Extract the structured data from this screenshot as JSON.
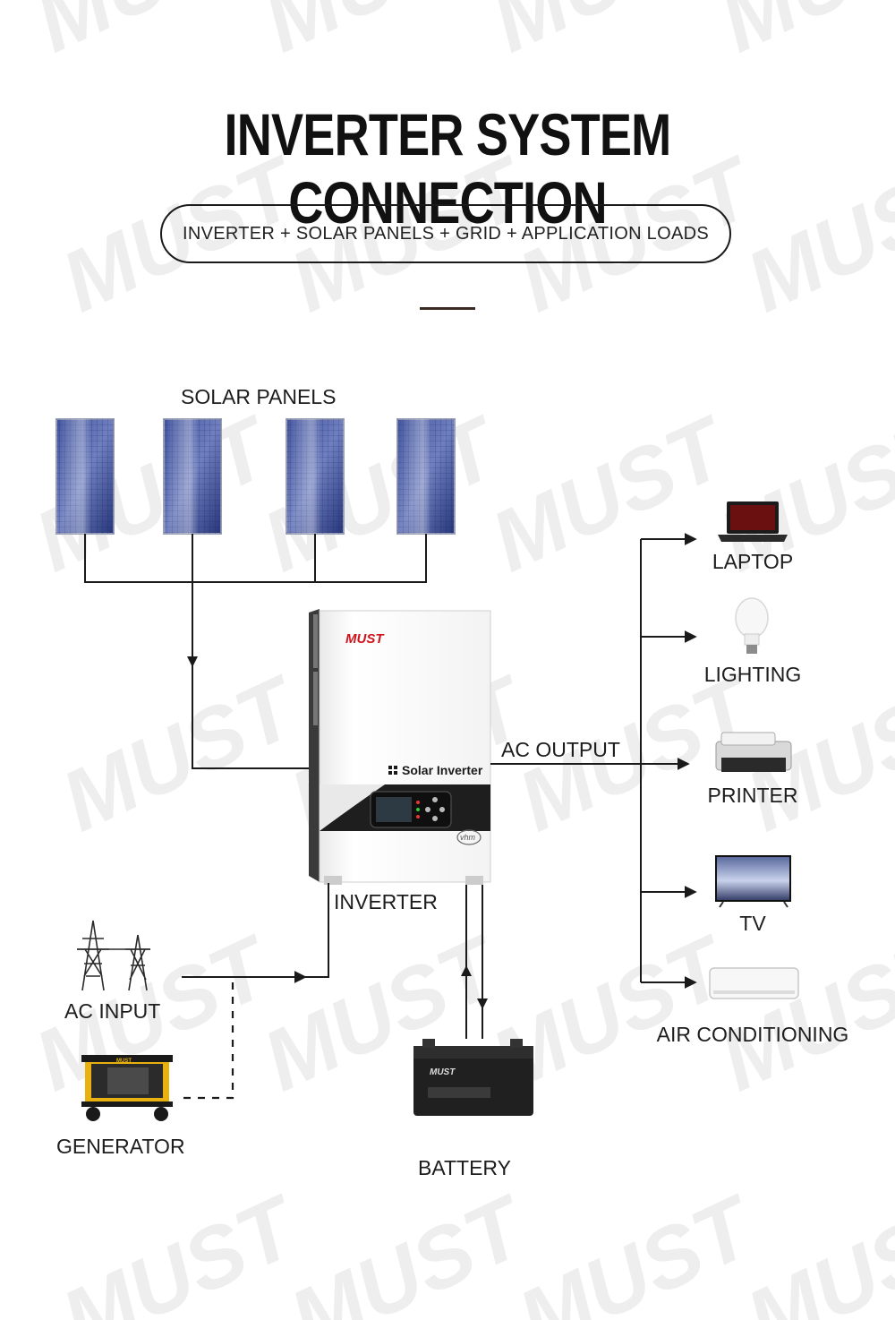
{
  "watermark": {
    "text": "MUST",
    "color": "#eeeeee"
  },
  "header": {
    "title": "INVERTER SYSTEM CONNECTION",
    "subtitle": "INVERTER + SOLAR PANELS + GRID + APPLICATION LOADS"
  },
  "inputs": {
    "solar_label": "SOLAR PANELS",
    "ac_input_label": "AC INPUT",
    "generator_label": "GENERATOR",
    "generator_brand": "MUST"
  },
  "inverter": {
    "label": "INVERTER",
    "brand": "MUST",
    "model_text": "Solar Inverter",
    "sub_brand": "vhm",
    "accent_color": "#d0141b"
  },
  "output": {
    "ac_output_label": "AC OUTPUT",
    "loads": [
      {
        "key": "laptop",
        "label": "LAPTOP"
      },
      {
        "key": "lighting",
        "label": "LIGHTING"
      },
      {
        "key": "printer",
        "label": "PRINTER"
      },
      {
        "key": "tv",
        "label": "TV"
      },
      {
        "key": "air-conditioning",
        "label": "AIR CONDITIONING"
      }
    ]
  },
  "battery": {
    "label": "BATTERY",
    "brand": "MUST"
  },
  "colors": {
    "line": "#1a1a1a",
    "divider": "#3b2a22",
    "panel_blue": "#2e3f8a"
  }
}
